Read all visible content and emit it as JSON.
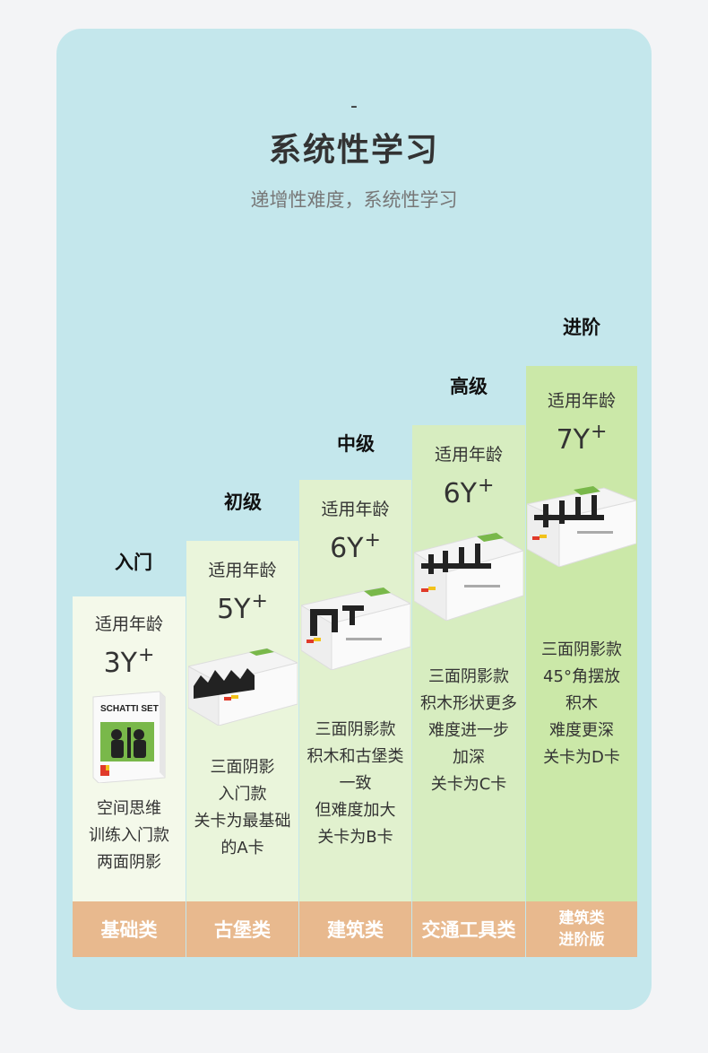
{
  "header": {
    "dash": "-",
    "title": "系统性学习",
    "subtitle": "递增性难度，系统性学习"
  },
  "colors": {
    "page_bg": "#f3f4f6",
    "card_bg": "#c4e7ec",
    "stair_1": "#f4f9ea",
    "stair_2": "#eaf5db",
    "stair_3": "#e1f1ce",
    "stair_4": "#d7edc0",
    "stair_5": "#cbe8a8",
    "category_bar": "#e8b98e"
  },
  "levels": [
    {
      "level": "入门",
      "age_label": "适用年龄",
      "age_value": "3Y",
      "age_plus": "+",
      "description": "空间思维\n训练入门款\n两面阴影",
      "category": [
        "基础类"
      ],
      "product_text": "SCHATTI SET",
      "box_icon": "product-box-basic"
    },
    {
      "level": "初级",
      "age_label": "适用年龄",
      "age_value": "5Y",
      "age_plus": "+",
      "description": "三面阴影\n入门款\n关卡为最基础\n的A卡",
      "category": [
        "古堡类"
      ],
      "box_icon": "product-box-castle"
    },
    {
      "level": "中级",
      "age_label": "适用年龄",
      "age_value": "6Y",
      "age_plus": "+",
      "description": "三面阴影款\n积木和古堡类\n一致\n但难度加大\n关卡为B卡",
      "category": [
        "建筑类"
      ],
      "box_icon": "product-box-building"
    },
    {
      "level": "高级",
      "age_label": "适用年龄",
      "age_value": "6Y",
      "age_plus": "+",
      "description": "三面阴影款\n积木形状更多\n难度进一步\n加深\n关卡为C卡",
      "category": [
        "交通工具类"
      ],
      "box_icon": "product-box-transport"
    },
    {
      "level": "进阶",
      "age_label": "适用年龄",
      "age_value": "7Y",
      "age_plus": "+",
      "description": "三面阴影款\n45°角摆放\n积木\n难度更深\n关卡为D卡",
      "category": [
        "建筑类",
        "进阶版"
      ],
      "box_icon": "product-box-advanced"
    }
  ]
}
